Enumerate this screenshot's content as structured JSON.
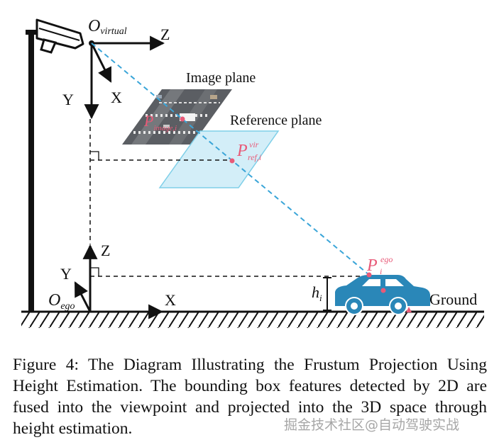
{
  "labels": {
    "o_virtual": "O",
    "o_virtual_sub": "virtual",
    "z_top": "Z",
    "y_top": "Y",
    "x_top": "X",
    "image_plane": "Image plane",
    "reference_plane": "Reference plane",
    "p_image": "P",
    "p_image_sub": "image,i",
    "p_ref": "P",
    "p_ref_sup": "vir",
    "p_ref_sub": "ref,i",
    "p_ego": "P",
    "p_ego_sup": "ego",
    "p_ego_sub": "i",
    "z_ego": "Z",
    "y_ego": "Y",
    "x_ego": "X",
    "o_ego": "O",
    "o_ego_sub": "ego",
    "h": "h",
    "h_sub": "i",
    "ground": "Ground"
  },
  "caption": "Figure 4: The Diagram Illustrating the Frustum Projection Using Height Estimation. The bounding box features detected by 2D are fused into the viewpoint and projected into the 3D space through height estimation.",
  "watermark": "掘金技术社区@自动驾驶实战",
  "colors": {
    "accent_pink": "#e85a78",
    "ray_blue": "#3aa5d8",
    "car_blue": "#2a87b8",
    "plane_fill": "#d3eef8",
    "plane_stroke": "#7fcfe8"
  }
}
